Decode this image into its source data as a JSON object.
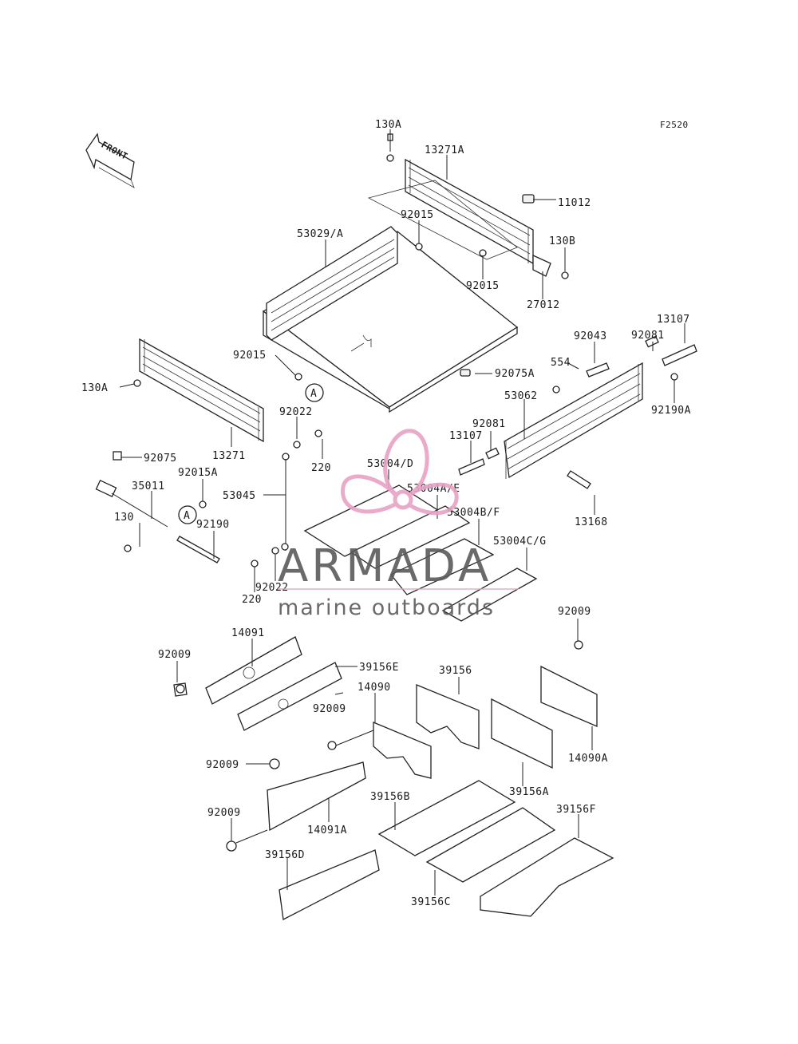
{
  "figure_code": "F2520",
  "front_label": "FRONT",
  "ref_mark": "A",
  "watermark": {
    "brand": "ARMADA",
    "tagline": "marine outboards",
    "logo_color": "#e7a3c4",
    "text_color": "#5a5a5a"
  },
  "labels": {
    "l130A_top": "130A",
    "l13271A": "13271A",
    "l11012": "11012",
    "l92015_a": "92015",
    "l130B": "130B",
    "l53029A": "53029/A",
    "l92015_b": "92015",
    "l27012": "27012",
    "l13107_r": "13107",
    "l92043": "92043",
    "l92081_r": "92081",
    "l554": "554",
    "l130A_left": "130A",
    "l92015_c": "92015",
    "l92075A": "92075A",
    "l53062": "53062",
    "l92190A": "92190A",
    "l92022_a": "92022",
    "l13271": "13271",
    "l92081_l": "92081",
    "l13107_l": "13107",
    "l92075": "92075",
    "l220_a": "220",
    "l53004D": "53004/D",
    "l35011": "35011",
    "l92015A": "92015A",
    "l53004AE": "53004A/E",
    "l53045": "53045",
    "l53004BF": "53004B/F",
    "l13168": "13168",
    "l130": "130",
    "l92190": "92190",
    "l53004CG": "53004C/G",
    "l92022_b": "92022",
    "l220_b": "220",
    "l92009_r": "92009",
    "l14091": "14091",
    "l92009_l": "92009",
    "l39156E": "39156E",
    "l39156": "39156",
    "l14090": "14090",
    "l92009_m": "92009",
    "l92009_c": "92009",
    "l14090A": "14090A",
    "l39156A": "39156A",
    "l39156B": "39156B",
    "l39156F": "39156F",
    "l92009_d": "92009",
    "l14091A": "14091A",
    "l39156D": "39156D",
    "l39156C": "39156C"
  }
}
